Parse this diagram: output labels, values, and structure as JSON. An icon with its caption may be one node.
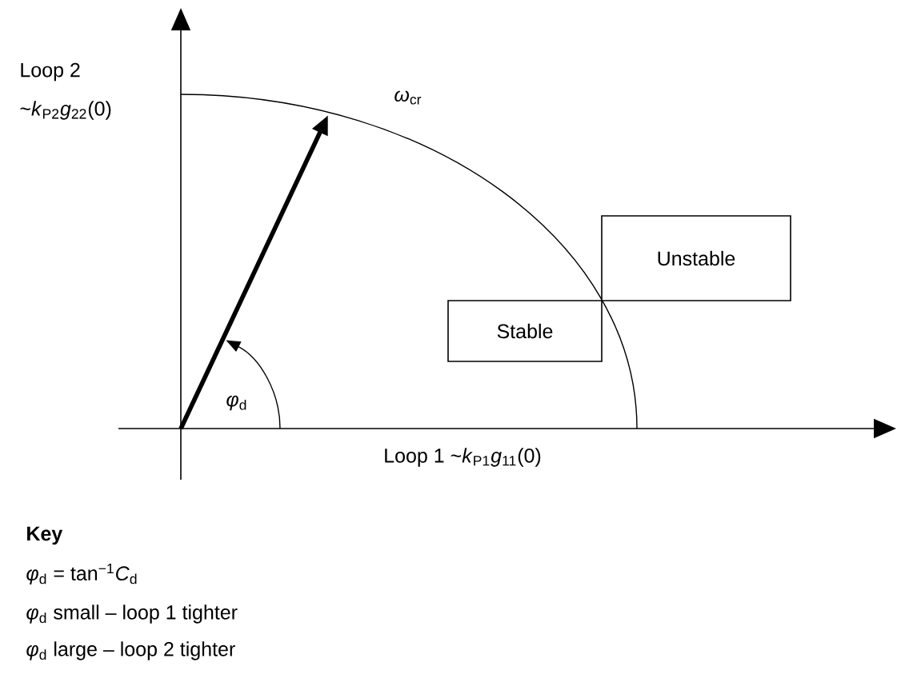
{
  "diagram": {
    "nodes": [
      {
        "text": [
          "Stable"
        ]
      },
      {
        "text": [
          "Unstable"
        ]
      }
    ],
    "labels": [
      "Loop 2",
      "~*k*$_{P2}$*g*$_{22}$(0)",
      "*ω*$_{cr}$",
      "*φ*$_{d}$",
      "Loop 1 ~*k*$_{P1}$*g*$_{11}$(0)",
      "Key",
      "*φ*$_{d}$ = tan$^{−1}$*C*$_{d}$",
      "*φ*$_{d}$ small – loop 1 tighter",
      "*φ*$_{d}$ large – loop 2 tighter"
    ]
  }
}
